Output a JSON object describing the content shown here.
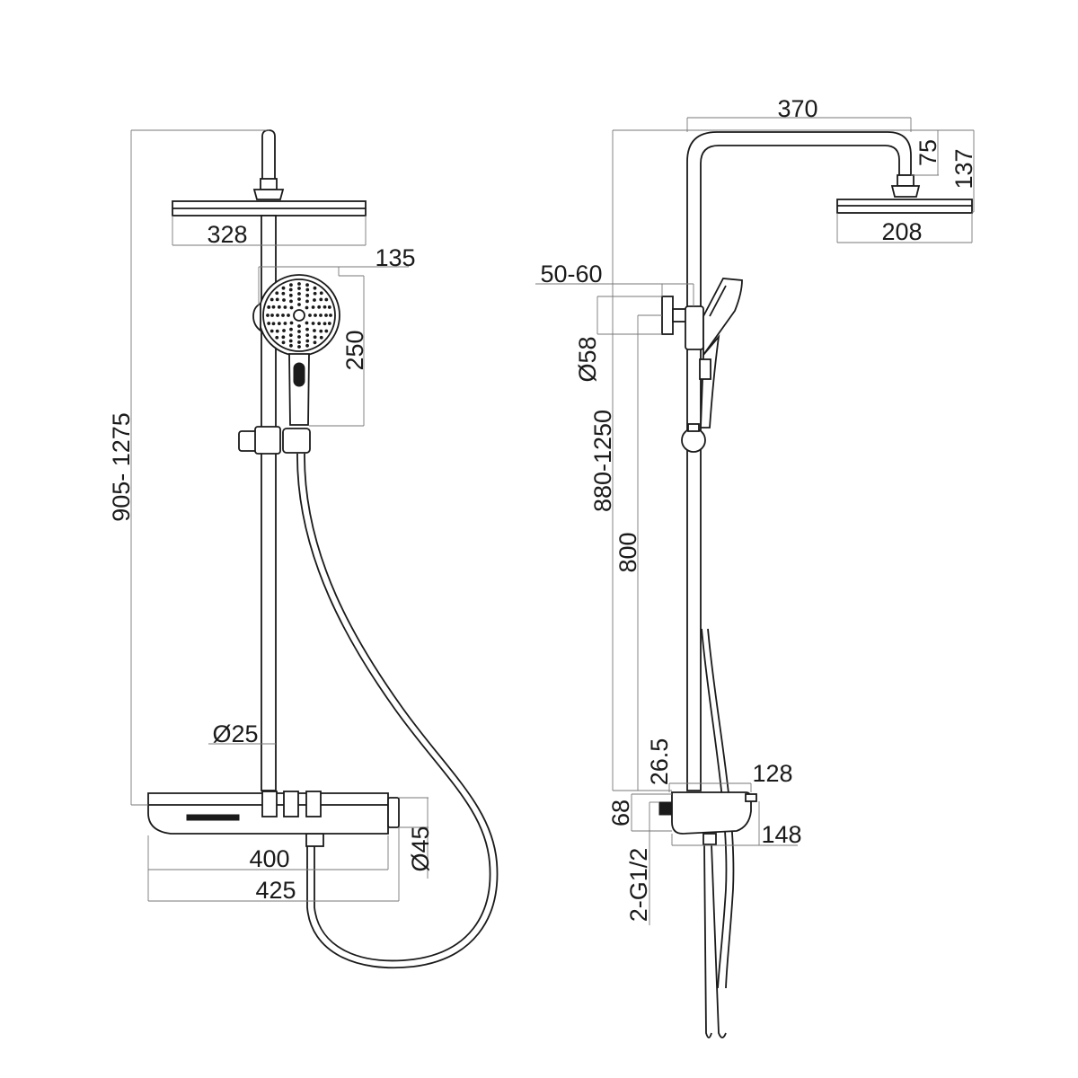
{
  "front_view": {
    "head_width": "328",
    "hand_shower_width": "135",
    "hand_shower_height": "250",
    "height_range": "905- 1275",
    "rail_diameter": "Ø25",
    "mixer_width": "400",
    "mixer_total_width": "425",
    "mixer_diameter": "Ø45"
  },
  "side_view": {
    "arm_reach": "370",
    "arm_drop": "75",
    "head_height": "137",
    "head_depth": "208",
    "wall_distance": "50-60",
    "bracket_diameter": "Ø58",
    "height_range": "880-1250",
    "mixer_height": "800",
    "offset": "26.5",
    "mixer_depth": "128",
    "mixer_projection": "148",
    "mixer_height_small": "68",
    "inlets": "2-G1/2"
  }
}
